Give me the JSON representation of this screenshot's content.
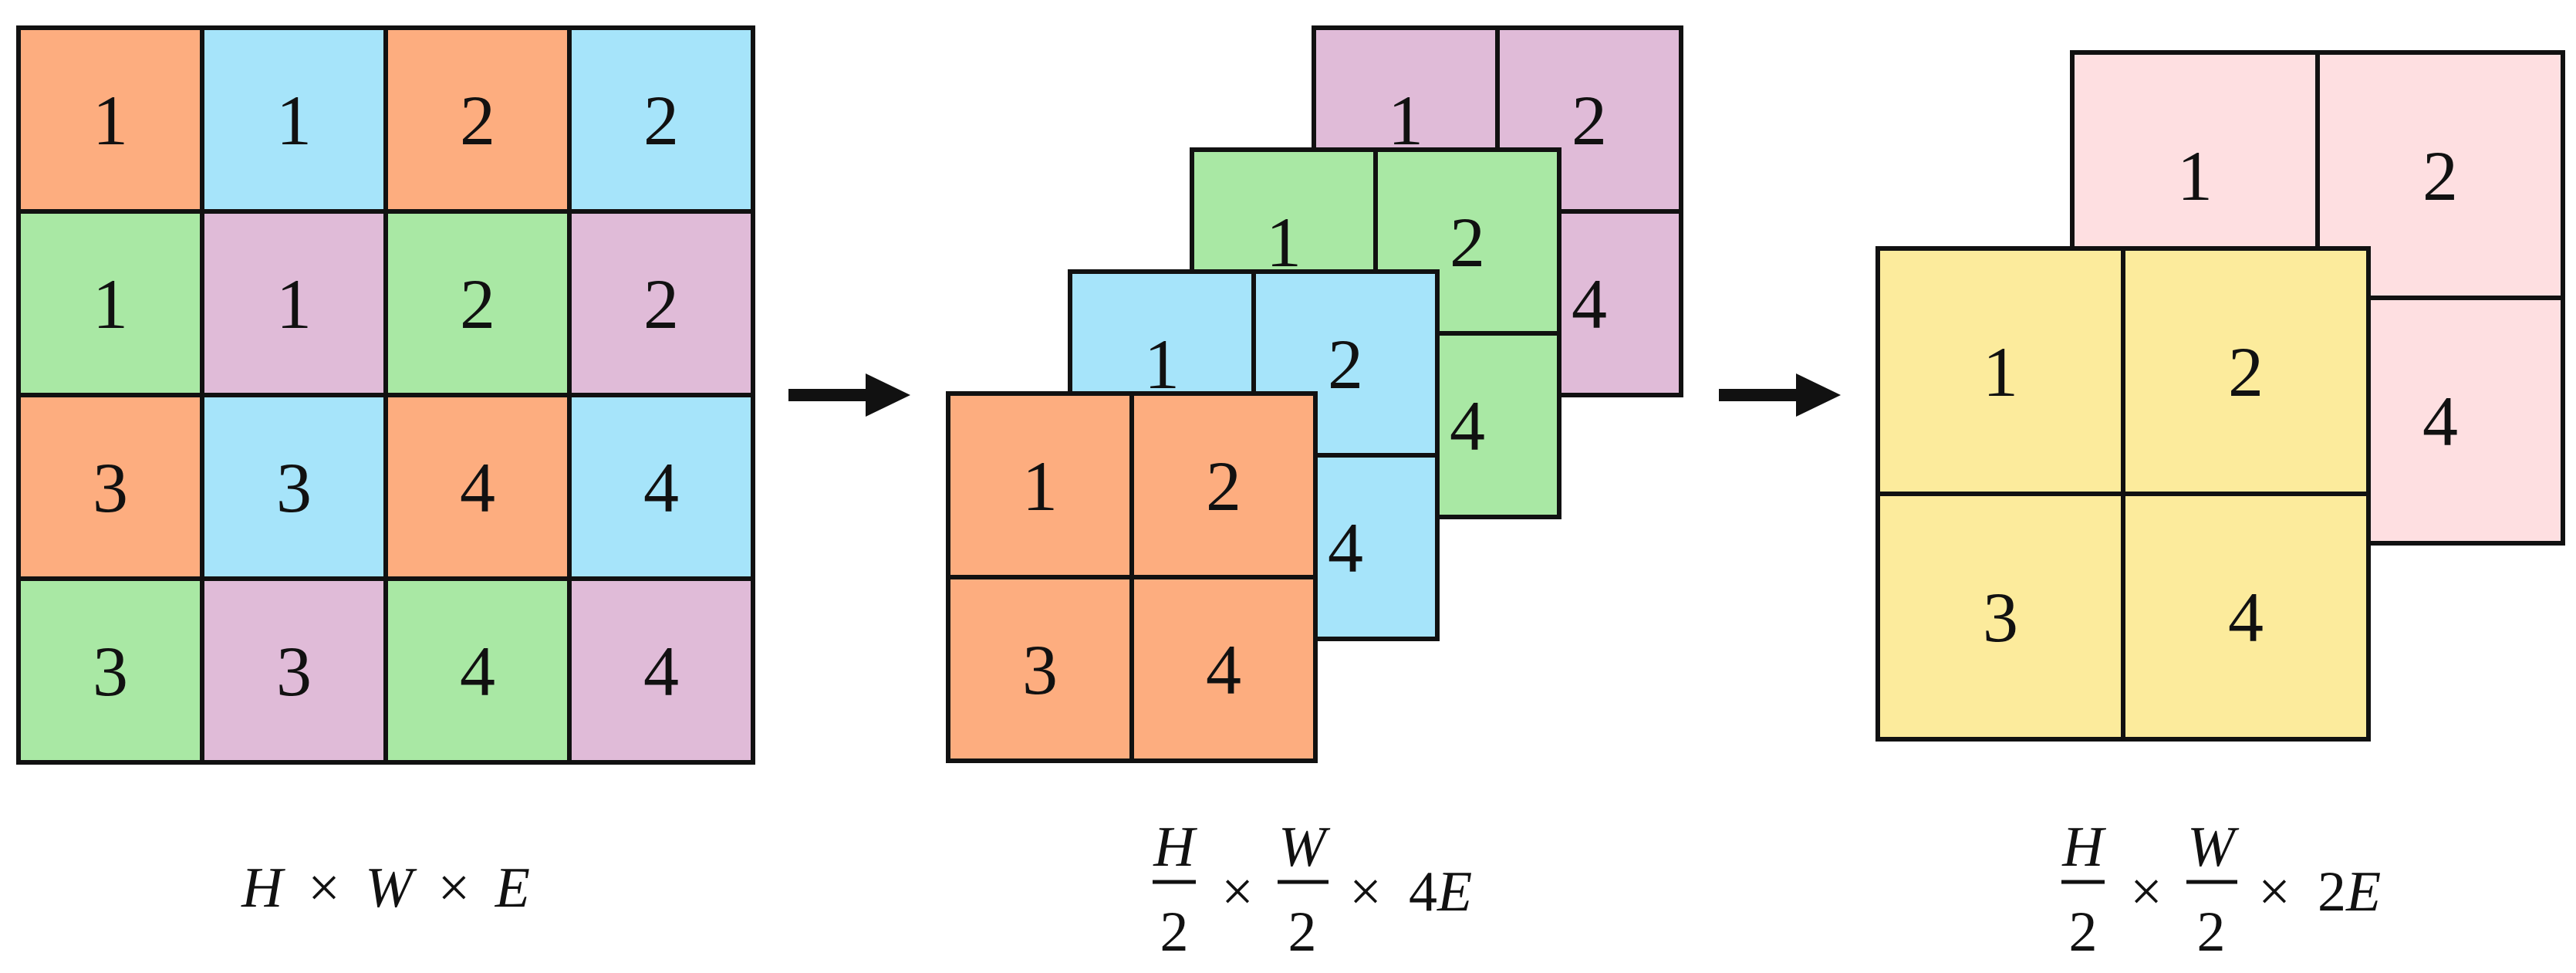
{
  "colors": {
    "orange": "#FDAD7F",
    "blue": "#A6E4FA",
    "green": "#A9E8A4",
    "purple": "#E0BBD8",
    "pink": "#FEDFE1",
    "yellow": "#FCEB9C",
    "stroke": "#111111"
  },
  "input_grid": [
    [
      {
        "label": "1",
        "color": "orange"
      },
      {
        "label": "1",
        "color": "blue"
      },
      {
        "label": "2",
        "color": "orange"
      },
      {
        "label": "2",
        "color": "blue"
      }
    ],
    [
      {
        "label": "1",
        "color": "green"
      },
      {
        "label": "1",
        "color": "purple"
      },
      {
        "label": "2",
        "color": "green"
      },
      {
        "label": "2",
        "color": "purple"
      }
    ],
    [
      {
        "label": "3",
        "color": "orange"
      },
      {
        "label": "3",
        "color": "blue"
      },
      {
        "label": "4",
        "color": "orange"
      },
      {
        "label": "4",
        "color": "blue"
      }
    ],
    [
      {
        "label": "3",
        "color": "green"
      },
      {
        "label": "3",
        "color": "purple"
      },
      {
        "label": "4",
        "color": "green"
      },
      {
        "label": "4",
        "color": "purple"
      }
    ]
  ],
  "patch_labels": [
    "1",
    "2",
    "3",
    "4"
  ],
  "middle_stack_colors": [
    "purple",
    "green",
    "blue",
    "orange"
  ],
  "right_stack_colors": [
    "pink",
    "yellow"
  ],
  "captions": {
    "left": {
      "h": "H",
      "w": "W",
      "e": "E",
      "times": "×"
    },
    "middle": {
      "h": "H",
      "w": "W",
      "den": "2",
      "factor": "4",
      "e": "E",
      "times": "×"
    },
    "right": {
      "h": "H",
      "w": "W",
      "den": "2",
      "factor": "2",
      "e": "E",
      "times": "×"
    }
  }
}
